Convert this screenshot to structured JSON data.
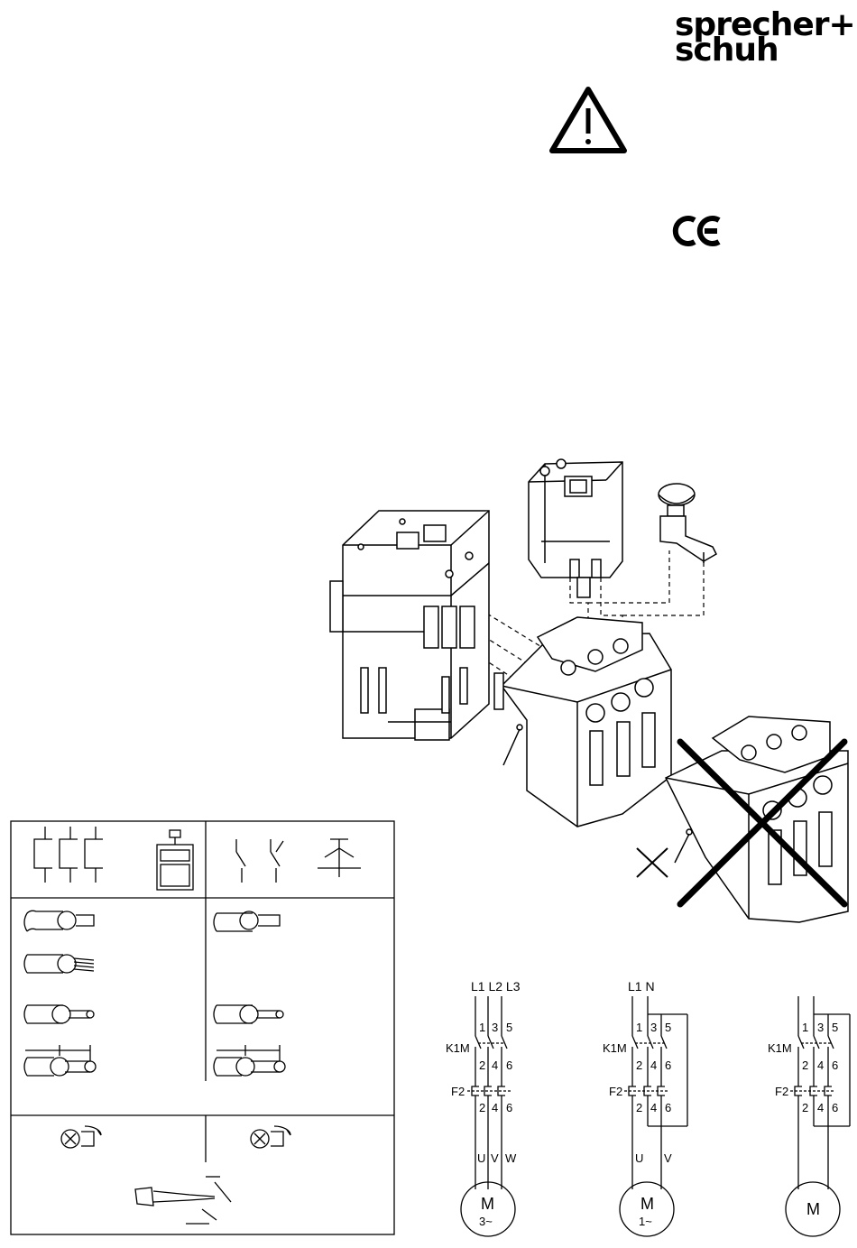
{
  "brand": {
    "line1": "sprecher+",
    "line2": "schuh"
  },
  "marks": {
    "warning": "warning-triangle-icon",
    "ce": "CE"
  },
  "circuits": {
    "three_phase": {
      "supply": "L1 L2 L3",
      "poles_top": [
        "1",
        "3",
        "5"
      ],
      "poles_mid": [
        "2",
        "4",
        "6"
      ],
      "poles_bot": [
        "2",
        "4",
        "6"
      ],
      "contactor": "K1M",
      "relay": "F2",
      "terminals": [
        "U",
        "V",
        "W"
      ],
      "motor": "M",
      "motor_sub": "3~"
    },
    "single_phase": {
      "supply": "L1  N",
      "poles_top": [
        "1",
        "3",
        "5"
      ],
      "poles_mid": [
        "2",
        "4",
        "6"
      ],
      "poles_bot": [
        "2",
        "4",
        "6"
      ],
      "contactor": "K1M",
      "relay": "F2",
      "terminals": [
        "U",
        "V"
      ],
      "motor": "M",
      "motor_sub": "1~"
    },
    "dc": {
      "poles_top": [
        "1",
        "3",
        "5"
      ],
      "poles_mid": [
        "2",
        "4",
        "6"
      ],
      "poles_bot": [
        "2",
        "4",
        "6"
      ],
      "contactor": "K1M",
      "relay": "F2",
      "motor": "M"
    }
  }
}
